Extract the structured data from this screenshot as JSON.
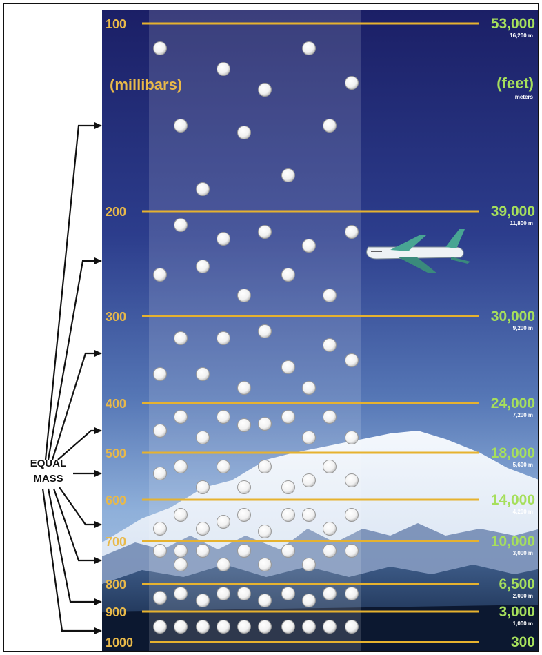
{
  "units": {
    "pressure": "(millibars)",
    "altitude_feet": "(feet)",
    "altitude_meters": "meters"
  },
  "equal_mass_label": [
    "EQUAL",
    "MASS"
  ],
  "levels": [
    {
      "pressure": "100",
      "feet": "53,000",
      "meters": "16,200 m"
    },
    {
      "pressure": "200",
      "feet": "39,000",
      "meters": "11,800 m"
    },
    {
      "pressure": "300",
      "feet": "30,000",
      "meters": "9,200 m"
    },
    {
      "pressure": "400",
      "feet": "24,000",
      "meters": "7,200 m"
    },
    {
      "pressure": "500",
      "feet": "18,000",
      "meters": "5,600 m"
    },
    {
      "pressure": "600",
      "feet": "14,000",
      "meters": "4,200 m"
    },
    {
      "pressure": "700",
      "feet": "10,000",
      "meters": "3,000 m"
    },
    {
      "pressure": "800",
      "feet": "6,500",
      "meters": "2,000 m"
    },
    {
      "pressure": "900",
      "feet": "3,000",
      "meters": "1,000 m"
    },
    {
      "pressure": "1000",
      "feet": "300",
      "meters": ""
    }
  ],
  "colors": {
    "sky_top": "#1b1f66",
    "sky_bottom": "#a9c4e4",
    "pressure_label": "#e9b949",
    "altitude_label": "#a6df5c",
    "level_line": "#e6b22f",
    "molecule": "#ffffff"
  },
  "icons": {
    "airplane": "airplane-icon",
    "mountains": "mountain-range",
    "molecules": "air-molecule-icon"
  }
}
